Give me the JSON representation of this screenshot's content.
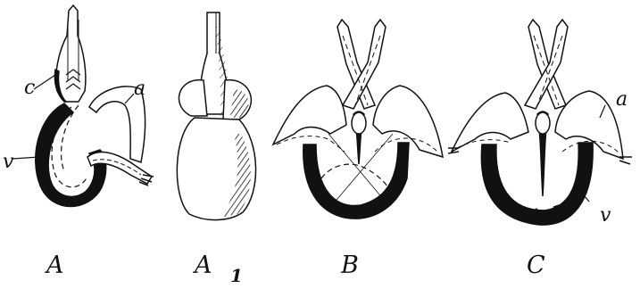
{
  "figure": {
    "panel_labels": [
      {
        "main": "A",
        "sub": ""
      },
      {
        "main": "A",
        "sub": "1"
      },
      {
        "main": "B",
        "sub": ""
      },
      {
        "main": "C",
        "sub": ""
      }
    ],
    "part_labels": {
      "a_c": "c",
      "a_a": "a",
      "a_v": "v",
      "c_a": "a",
      "c_v": "v"
    },
    "colors": {
      "ink": "#111111",
      "paper": "#ffffff"
    }
  }
}
